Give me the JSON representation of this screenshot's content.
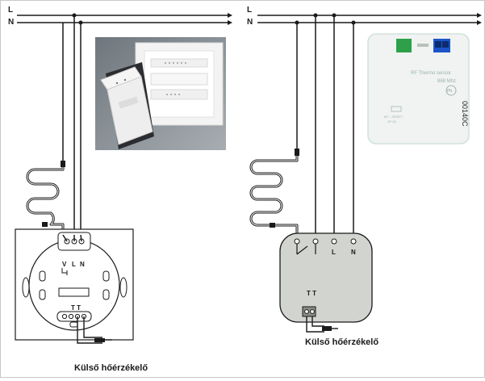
{
  "diagram": {
    "left": {
      "line_labels": [
        "L",
        "N"
      ],
      "terminal_labels": [
        "V",
        "L",
        "N"
      ],
      "sensor_terminals": "T T",
      "caption": "Külső hőérzékelő"
    },
    "right": {
      "line_labels": [
        "L",
        "N"
      ],
      "terminal_labels": [
        "L",
        "N"
      ],
      "sensor_terminals": "T T",
      "caption": "Külső hőérzékelő"
    },
    "rf_module": {
      "title": "RF Thermo sensor",
      "freq": "868 Mhz",
      "model": "MT - ZR3077",
      "rating": "1P-30",
      "side_code": "00140C",
      "pb_mark": "Pb"
    },
    "colors": {
      "wire": "#1a1a1a",
      "device_fill": "#d2d4d0",
      "module_bg": "#f0f3f1",
      "module_border": "#cfe3d8",
      "terminal_green": "#2fa04a",
      "terminal_blue": "#1b55c9",
      "photo_bg": "#8d949a",
      "photo_plate": "#f4f4f4"
    }
  }
}
